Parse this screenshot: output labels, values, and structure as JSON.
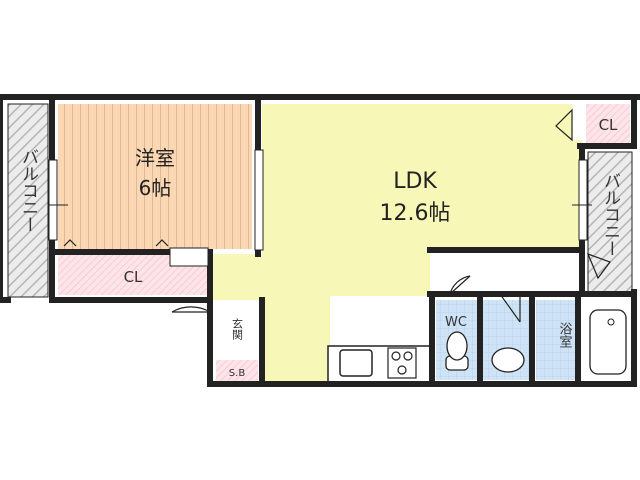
{
  "rooms": {
    "western": {
      "name": "洋室",
      "size": "6帖"
    },
    "ldk": {
      "name": "LDK",
      "size": "12.6帖"
    },
    "closet_west": "CL",
    "closet_east": "CL",
    "balcony_left": "バルコニー",
    "balcony_right": "バルコニー",
    "entrance": "玄関",
    "shoe_box": "S.B",
    "toilet": "WC",
    "bath": "浴室"
  },
  "colors": {
    "wall": "#222222",
    "western_floor": "#fbd8b3",
    "wood_line": "#c9a68a",
    "ldk_floor": "#f7f8b8",
    "closet_floor": "#fbe0e6",
    "wet_area": "#cfe3f6",
    "balcony_hatch": "#bbbbbb"
  }
}
